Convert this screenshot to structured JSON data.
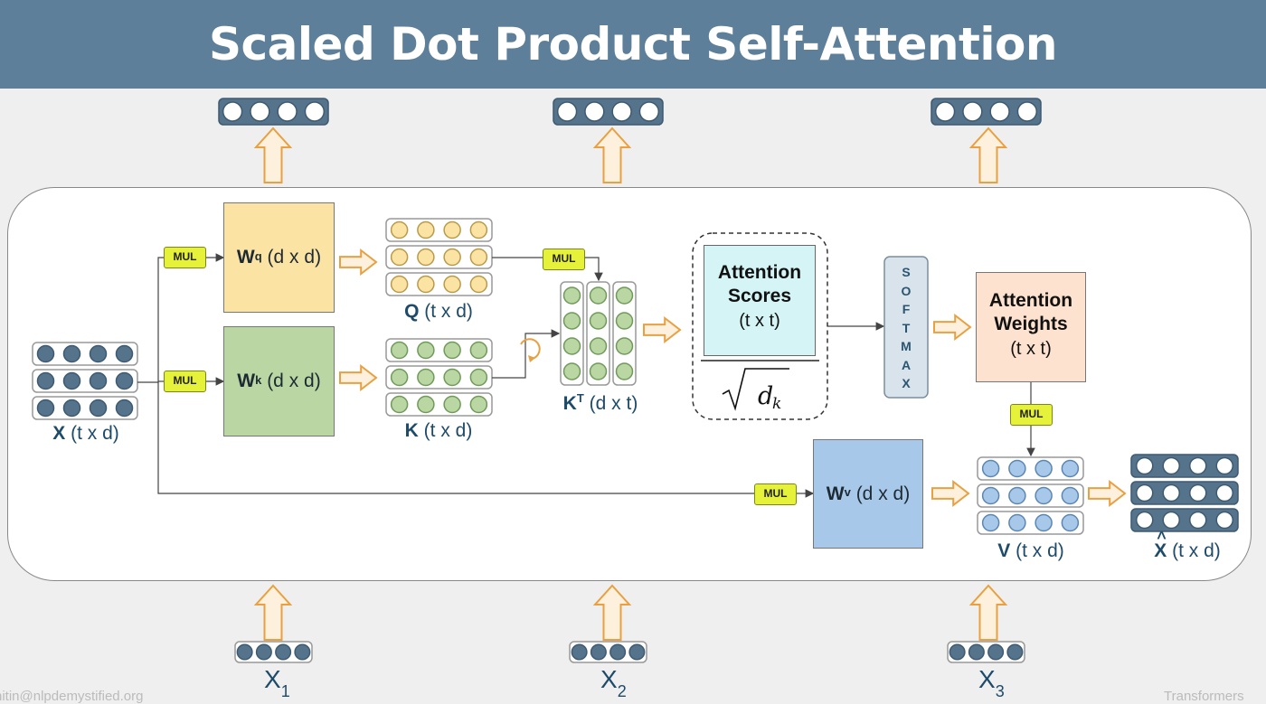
{
  "title": "Scaled Dot Product Self-Attention",
  "mul_label": "MUL",
  "weights": {
    "wq": {
      "base": "W",
      "sup": "q",
      "dims": "(d x d)",
      "color": "#fbe3a4"
    },
    "wk": {
      "base": "W",
      "sup": "k",
      "dims": "(d x d)",
      "color": "#b9d6a3"
    },
    "wv": {
      "base": "W",
      "sup": "v",
      "dims": "(d x d)",
      "color": "#a8c8ea"
    }
  },
  "matrices": {
    "x": {
      "base": "X",
      "dims": "(t x d)"
    },
    "q": {
      "base": "Q",
      "dims": "(t x d)"
    },
    "k": {
      "base": "K",
      "dims": "(t x d)"
    },
    "kt": {
      "base": "K",
      "sup": "T",
      "dims": "(d x t)"
    },
    "v": {
      "base": "V",
      "dims": "(t x d)"
    },
    "xhat": {
      "base": "X",
      "hat": "^",
      "dims": "(t x d)"
    }
  },
  "attention_scores": {
    "line1": "Attention",
    "line2": "Scores",
    "dims": "(t x t)",
    "color": "#d4f4f6",
    "denominator": "√d_k"
  },
  "softmax": {
    "letters": [
      "S",
      "O",
      "F",
      "T",
      "M",
      "A",
      "X"
    ]
  },
  "attention_weights": {
    "line1": "Attention",
    "line2": "Weights",
    "dims": "(t x t)",
    "color": "#fde2cf"
  },
  "inputs": [
    {
      "base": "X",
      "sub": "1"
    },
    {
      "base": "X",
      "sub": "2"
    },
    {
      "base": "X",
      "sub": "3"
    }
  ],
  "footer": {
    "left": "nitin@nlpdemystified.org",
    "right": "Transformers"
  },
  "colors": {
    "title_bar": "#5e7f99",
    "dark_node": "#56738c",
    "q_node": "#fbe3a4",
    "k_node": "#b9d6a3",
    "v_node": "#a8c8ea",
    "arrow": "#e8a040",
    "mul": "#e6f23a"
  }
}
